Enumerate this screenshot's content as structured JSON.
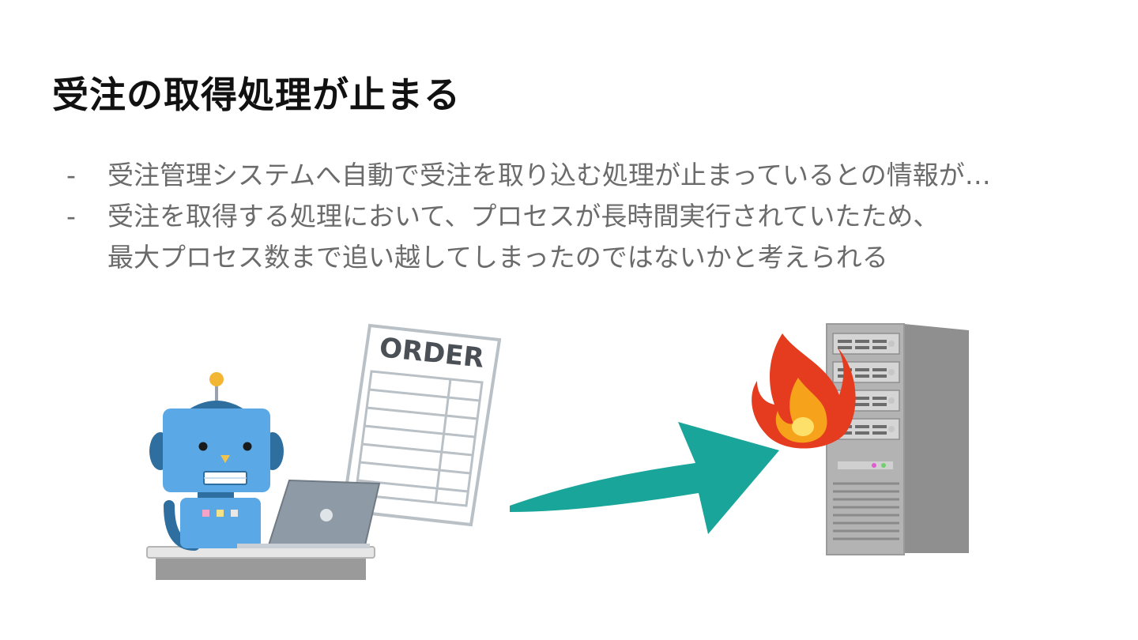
{
  "slide": {
    "title": "受注の取得処理が止まる",
    "bullets": [
      {
        "marker": "-",
        "lines": [
          "受注管理システムへ自動で受注を取り込む処理が止まっているとの情報が…"
        ]
      },
      {
        "marker": "-",
        "lines": [
          "受注を取得する処理において、プロセスが長時間実行されていたため、",
          "最大プロセス数まで追い越してしまったのではないかと考えられる"
        ]
      }
    ]
  },
  "illustration": {
    "order_doc_label": "ORDER",
    "colors": {
      "robot_body": "#5aa9e6",
      "robot_dark": "#2f6f9f",
      "antenna": "#f2b632",
      "arrow": "#1aa59a",
      "fire_outer": "#e53b1f",
      "fire_inner": "#f7a21b",
      "server": "#a7a7a7"
    }
  }
}
